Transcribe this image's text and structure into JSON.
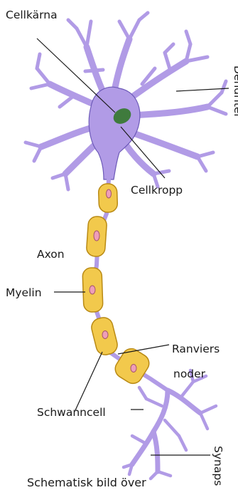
{
  "diagram": {
    "labels": {
      "nucleus": "Cellkärna",
      "dendrites": "Dendriter",
      "cell_body": "Cellkropp",
      "axon": "Axon",
      "myelin": "Myelin",
      "nodes_line1": "Ranviers",
      "nodes_line2": "noder",
      "schwann_cell": "Schwanncell",
      "synapse": "Synaps"
    },
    "caption": "Schematisk bild över",
    "colors": {
      "neuron_fill": "#b19be6",
      "neuron_stroke": "#6d5ab8",
      "myelin_fill": "#f2c94c",
      "myelin_stroke": "#b98a14",
      "schwann_nucleus": "#ee9eb8",
      "nucleus_fill": "#3f7b3d",
      "leader_line": "#1a1a1a"
    }
  }
}
